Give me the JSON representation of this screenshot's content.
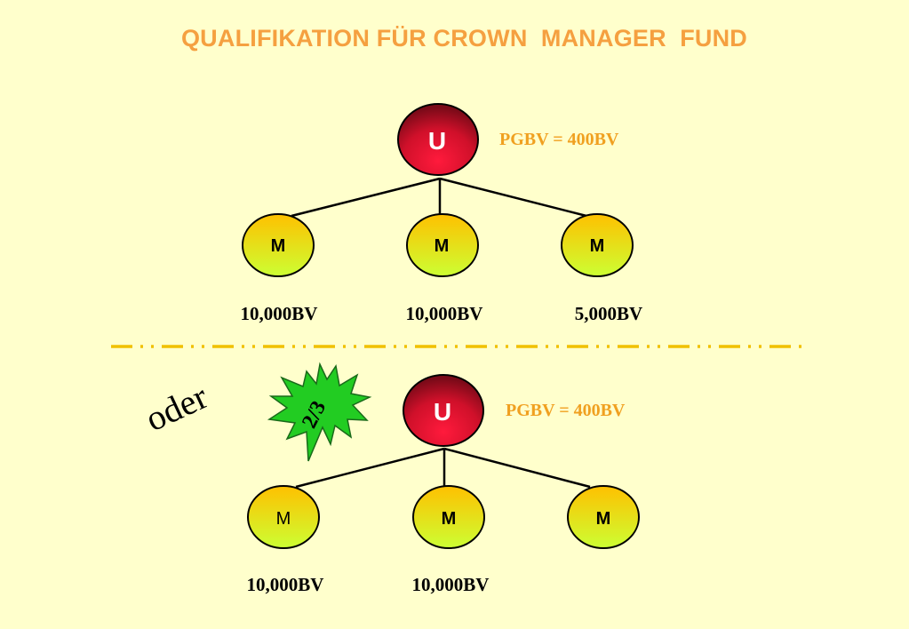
{
  "title": "QUALIFIKATION FÜR CROWN  MANAGER  FUND",
  "colors": {
    "background": "#ffffcc",
    "title": "#f5a040",
    "pgbv": "#f0a020",
    "upline_dark": "#8b0a1a",
    "upline_light": "#ff1a3c",
    "manager_top": "#ffcc00",
    "manager_bottom": "#ccff33",
    "starburst": "#22cc22",
    "divider": "#f0c000"
  },
  "top_tree": {
    "root_label": "U",
    "pgbv_label": "PGBV = 400BV",
    "children": [
      {
        "label": "M",
        "bv": "10,000BV"
      },
      {
        "label": "M",
        "bv": "10,000BV"
      },
      {
        "label": "M",
        "bv": "5,000BV"
      }
    ]
  },
  "or_label": "oder",
  "badge_label": "2/3",
  "bottom_tree": {
    "root_label": "U",
    "pgbv_label": "PGBV = 400BV",
    "children": [
      {
        "label": "M",
        "bv": "10,000BV"
      },
      {
        "label": "M",
        "bv": "10,000BV"
      },
      {
        "label": "M",
        "bv": ""
      }
    ]
  }
}
